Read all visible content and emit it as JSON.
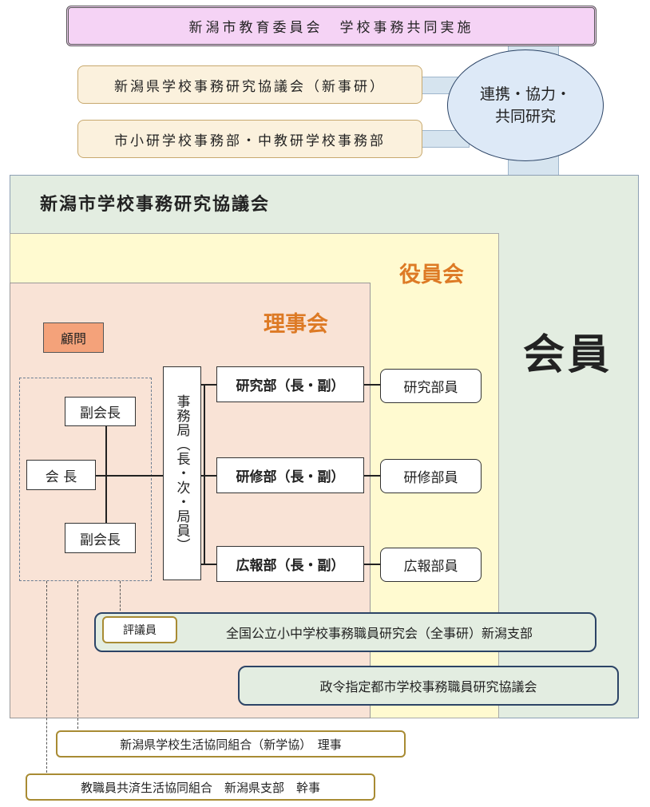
{
  "header": {
    "joint_operation": "新潟市教育委員会　学校事務共同実施",
    "prefecture_council": "新潟県学校事務研究協議会（新事研）",
    "city_dept": "市小研学校事務部・中教研学校事務部",
    "cooperation": {
      "line1": "連携・協力・",
      "line2": "共同研究"
    }
  },
  "organization": {
    "title": "新潟市学校事務研究協議会",
    "officers": "役員会",
    "board": "理事会",
    "members": "会員",
    "advisor": "顧問",
    "president": "会 長",
    "vice_president_top": "副会長",
    "vice_president_bottom": "副会長",
    "secretariat": "事務局（長・次・局員）",
    "departments": [
      {
        "name": "研究部（長・副）",
        "member": "研究部員"
      },
      {
        "name": "研修部（長・副）",
        "member": "研修部員"
      },
      {
        "name": "広報部（長・副）",
        "member": "広報部員"
      }
    ]
  },
  "affiliations": {
    "councilor": "評議員",
    "national_association": "全国公立小中学校事務職員研究会（全事研）新潟支部",
    "designated_cities": "政令指定都市学校事務職員研究協議会",
    "school_coop": "新潟県学校生活協同組合（新学協）　理事",
    "staff_mutual_aid": "教職員共済生活協同組合　新潟県支部　幹事"
  }
}
